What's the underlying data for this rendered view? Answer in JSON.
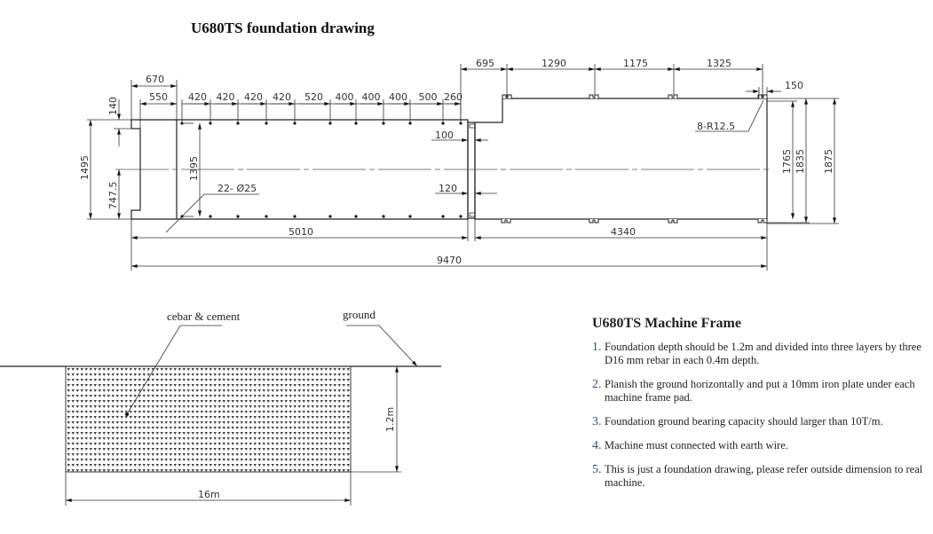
{
  "title": "U680TS foundation drawing",
  "plan_dims": {
    "d670": "670",
    "d550": "550",
    "spacing": [
      "420",
      "420",
      "420",
      "420",
      "520",
      "400",
      "400",
      "400",
      "500",
      "260"
    ],
    "d695": "695",
    "d1290": "1290",
    "d1175": "1175",
    "d1325": "1325",
    "d150": "150",
    "d140": "140",
    "d1495": "1495",
    "d747": "747.5",
    "d1395": "1395",
    "holes": "22- Ø25",
    "d100": "100",
    "d120": "120",
    "radius": "8-R12.5",
    "d1765": "1765",
    "d1835": "1835",
    "d1875": "1875",
    "d5010": "5010",
    "d4340": "4340",
    "d9470": "9470"
  },
  "section": {
    "fill_label": "cebar & cement",
    "ground_label": "ground",
    "depth": "1.2m",
    "width": "16m"
  },
  "notes": {
    "heading": "U680TS Machine Frame",
    "items": [
      {
        "num": "1.",
        "text": "Foundation depth should be 1.2m and divided into three layers by three D16 mm rebar in each 0.4m depth."
      },
      {
        "num": "2.",
        "text": "Planish the ground horizontally and put a 10mm iron plate under each machine frame pad."
      },
      {
        "num": "3.",
        "text": "Foundation ground bearing capacity should larger than 10T/m."
      },
      {
        "num": "4.",
        "text": "Machine must connected with earth wire."
      },
      {
        "num": "5.",
        "text": "This is just a foundation drawing, please refer outside dimension to real machine."
      }
    ]
  }
}
